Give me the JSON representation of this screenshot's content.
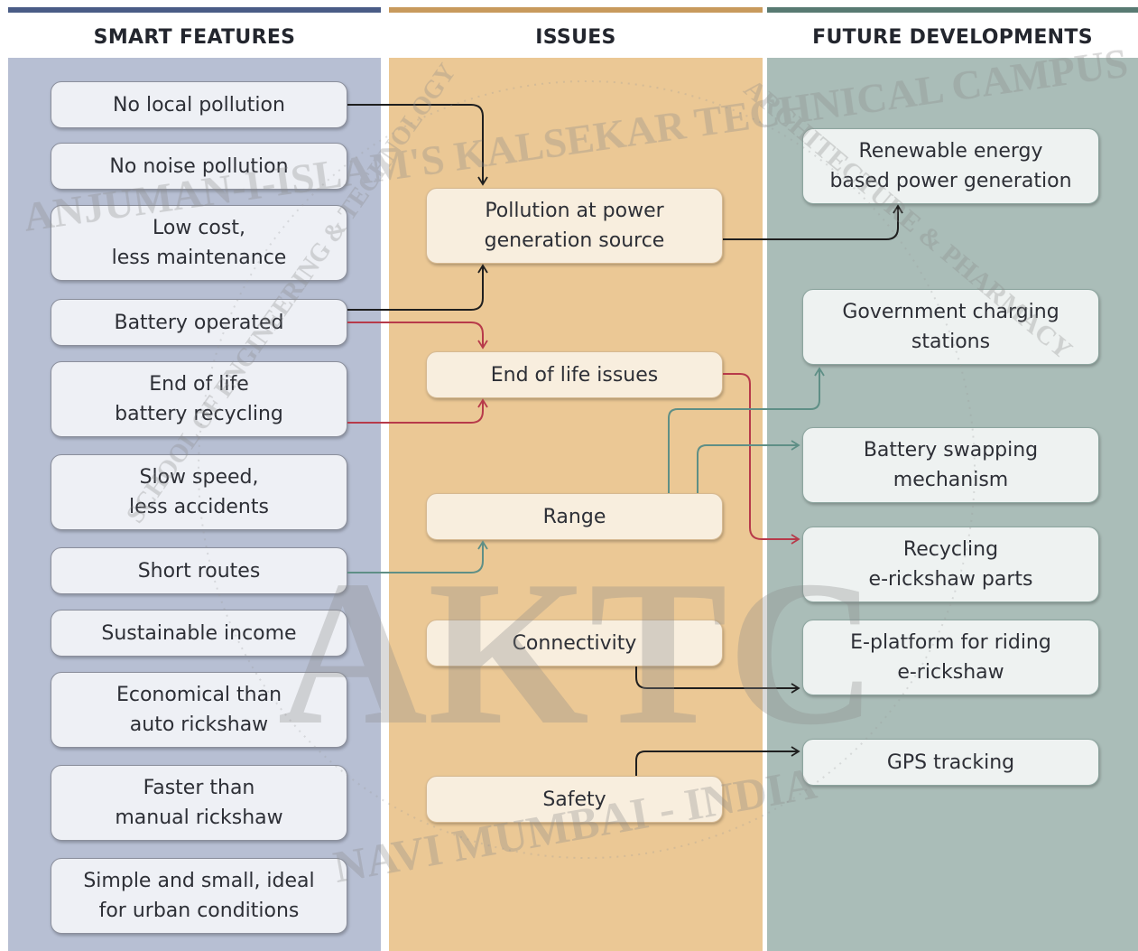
{
  "columns": {
    "left": {
      "title": "SMART FEATURES",
      "bar": "#4a5c86",
      "bg": "#b7bfd3"
    },
    "middle": {
      "title": "ISSUES",
      "bar": "#c89a5d",
      "bg": "#ebc895"
    },
    "right": {
      "title": "FUTURE DEVELOPMENTS",
      "bar": "#587a72",
      "bg": "#aabdb8"
    }
  },
  "smart_features": [
    "No local pollution",
    "No noise pollution",
    "Low cost,\nless maintenance",
    "Battery operated",
    "End of life\nbattery recycling",
    "Slow speed,\nless accidents",
    "Short routes",
    "Sustainable income",
    "Economical than\nauto rickshaw",
    "Faster than\nmanual rickshaw",
    "Simple and small, ideal\nfor urban conditions"
  ],
  "issues": [
    "Pollution at power\ngeneration source",
    "End of life issues",
    "Range",
    "Connectivity",
    "Safety"
  ],
  "future_developments": [
    "Renewable energy\nbased power generation",
    "Government charging\nstations",
    "Battery swapping\nmechanism",
    "Recycling\ne-rickshaw parts",
    "E-platform for riding\ne-rickshaw",
    "GPS tracking"
  ],
  "connections": [
    {
      "from": "No local pollution",
      "to": "Pollution at power generation source",
      "color": "#1f1f1f"
    },
    {
      "from": "Battery operated",
      "to": "Pollution at power generation source",
      "color": "#1f1f1f"
    },
    {
      "from": "Battery operated",
      "to": "End of life issues",
      "color": "#b73a4a"
    },
    {
      "from": "End of life battery recycling",
      "to": "End of life issues",
      "color": "#b73a4a"
    },
    {
      "from": "Short routes",
      "to": "Range",
      "color": "#5f8f86"
    },
    {
      "from": "Pollution at power generation source",
      "to": "Renewable energy based power generation",
      "color": "#1f1f1f"
    },
    {
      "from": "End of life issues",
      "to": "Recycling e-rickshaw parts",
      "color": "#b73a4a"
    },
    {
      "from": "Range",
      "to": "Government charging stations",
      "color": "#5f8f86"
    },
    {
      "from": "Range",
      "to": "Battery swapping mechanism",
      "color": "#5f8f86"
    },
    {
      "from": "Connectivity",
      "to": "E-platform for riding e-rickshaw",
      "color": "#1f1f1f"
    },
    {
      "from": "Safety",
      "to": "GPS tracking",
      "color": "#1f1f1f"
    }
  ],
  "watermark": {
    "ring_top": "ANJUMAN-I-ISLAM'S KALSEKAR TECHNICAL CAMPUS",
    "ring_inner": "SCHOOL OF ENGINEERING & TECHNOLOGY",
    "ring_right": "ARCHITECTURE & PHARMACY",
    "logo": "AKTC",
    "ring_bottom": "NAVI MUMBAI - INDIA",
    "color": "#9a9a9a"
  }
}
